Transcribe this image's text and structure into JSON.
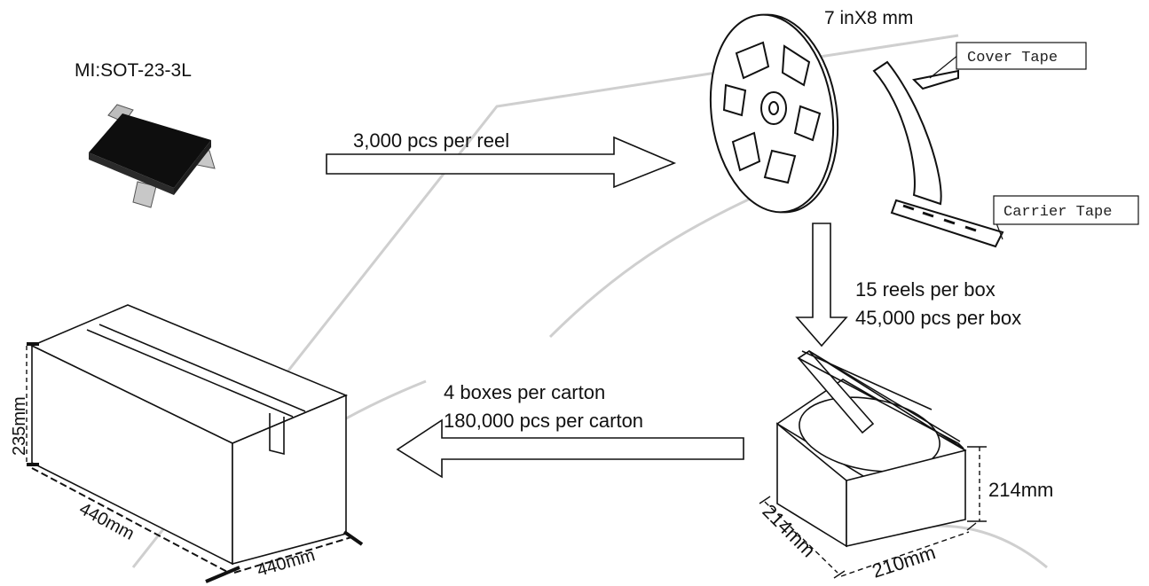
{
  "part": {
    "label": "MI:SOT-23-3L"
  },
  "reel": {
    "size_label": "7 inX8 mm",
    "cover_tape_label": "Cover Tape",
    "carrier_tape_label": "Carrier Tape"
  },
  "arrow_reel": {
    "label": "3,000 pcs per reel"
  },
  "arrow_box": {
    "line1": "15 reels per box",
    "line2": "45,000 pcs per box"
  },
  "arrow_carton": {
    "line1": "4 boxes per carton",
    "line2": "180,000 pcs per carton"
  },
  "box": {
    "height_label": "214mm",
    "depth_label": "214mm",
    "width_label": "210mm"
  },
  "carton": {
    "height_label": "235mm",
    "length_label": "440mm",
    "width_label": "440mm"
  },
  "colors": {
    "line": "#111111",
    "watermark": "#cfcfcf",
    "component_body": "#0e0e0e",
    "lead": "#bdbdbd"
  }
}
